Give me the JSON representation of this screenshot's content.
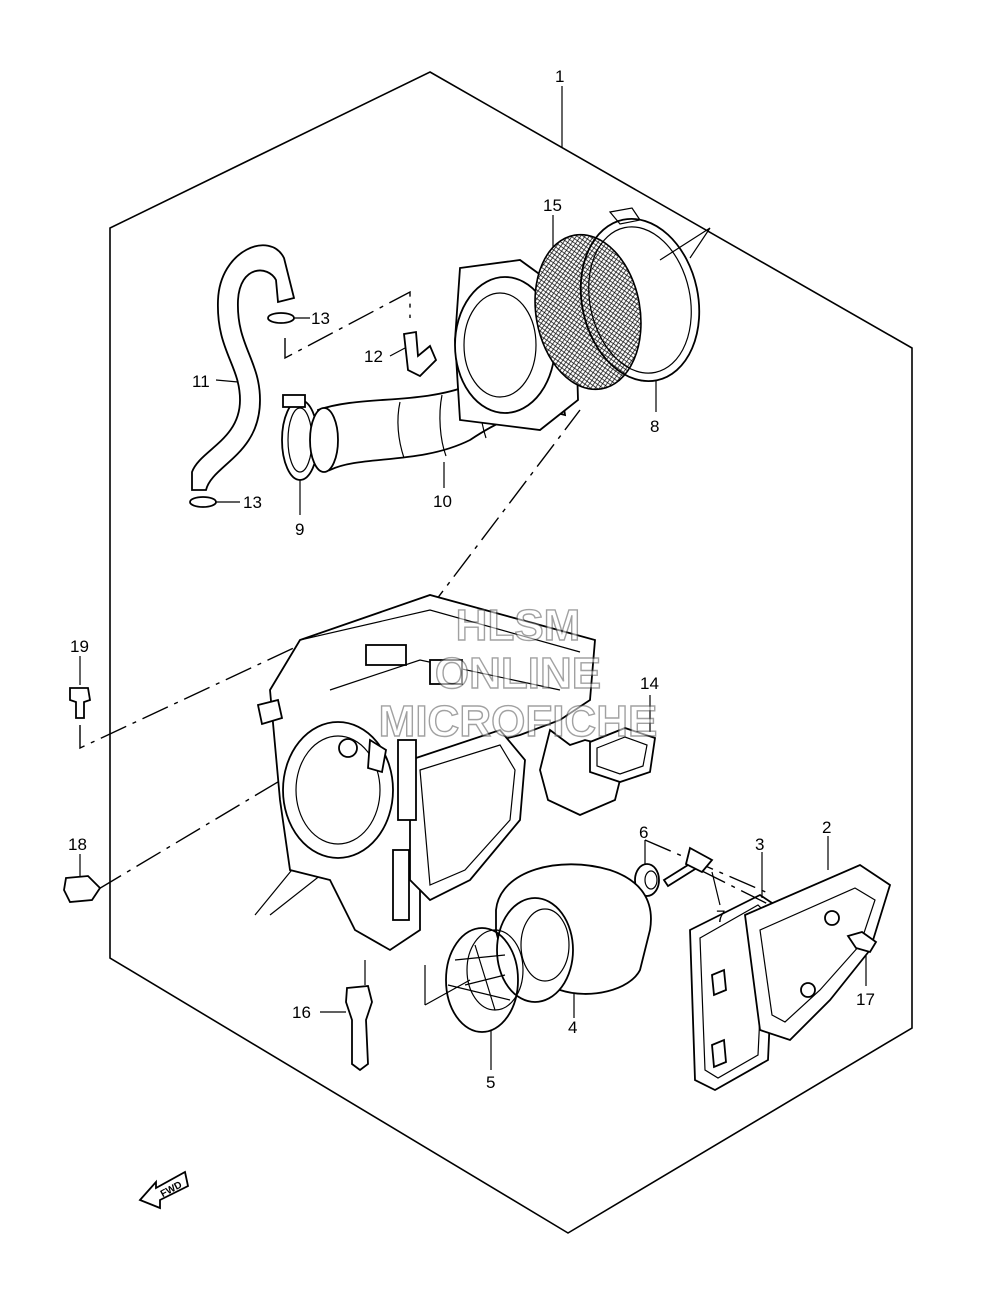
{
  "diagram": {
    "watermark": [
      "HLSM",
      "ONLINE",
      "MICROFICHE"
    ],
    "fwd_label": "FWD",
    "parts": [
      {
        "no": "1"
      },
      {
        "no": "2"
      },
      {
        "no": "3"
      },
      {
        "no": "4"
      },
      {
        "no": "5"
      },
      {
        "no": "6"
      },
      {
        "no": "7"
      },
      {
        "no": "8"
      },
      {
        "no": "9"
      },
      {
        "no": "10"
      },
      {
        "no": "11"
      },
      {
        "no": "12"
      },
      {
        "no": "13"
      },
      {
        "no": "13"
      },
      {
        "no": "14"
      },
      {
        "no": "15"
      },
      {
        "no": "16"
      },
      {
        "no": "17"
      },
      {
        "no": "18"
      },
      {
        "no": "19"
      }
    ]
  }
}
